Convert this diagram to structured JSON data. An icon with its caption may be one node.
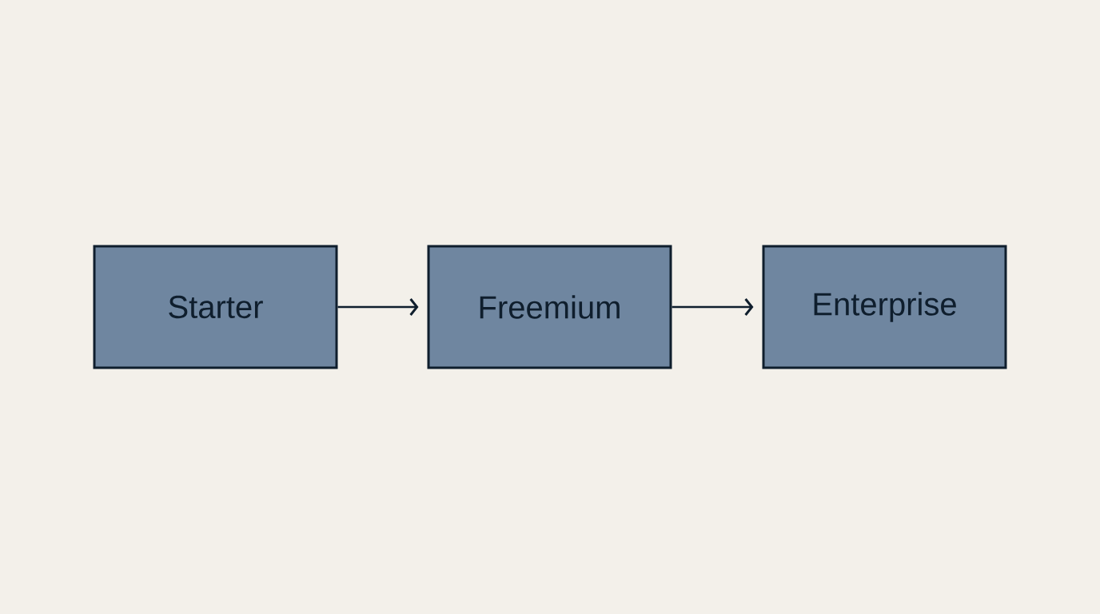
{
  "diagram": {
    "nodes": [
      {
        "text": [
          "Starter"
        ]
      },
      {
        "text": [
          "Freemium"
        ]
      },
      {
        "text": [
          "Enterprise"
        ]
      }
    ],
    "edges": [
      {
        "from": 0,
        "to": 1,
        "arrow": "to"
      },
      {
        "from": 1,
        "to": 2,
        "arrow": "to"
      }
    ]
  }
}
